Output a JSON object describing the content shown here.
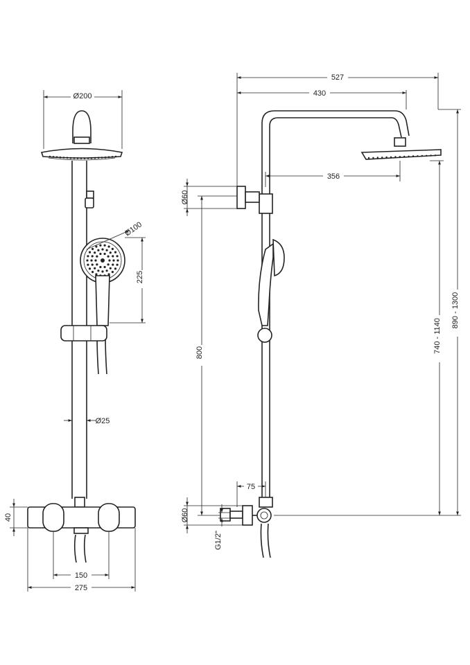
{
  "dimensions": {
    "front": {
      "head_diameter": "Ø200",
      "handset_diameter": "Ø100",
      "handset_length": "225",
      "rail_diameter": "Ø25",
      "valve_height": "40",
      "valve_centres": "150",
      "valve_width": "275"
    },
    "side": {
      "total_projection": "527",
      "arm_projection": "430",
      "head_offset": "356",
      "bracket_diameter": "Ø60",
      "bracket_spacing": "800",
      "valve_projection": "75",
      "valve_diameter": "Ø60",
      "inlet_thread": "G1/2\"",
      "adjustable_height": "740 - 1140",
      "overall_height": "890 - 1300"
    }
  },
  "colors": {
    "line": "#222222",
    "background": "#ffffff"
  }
}
